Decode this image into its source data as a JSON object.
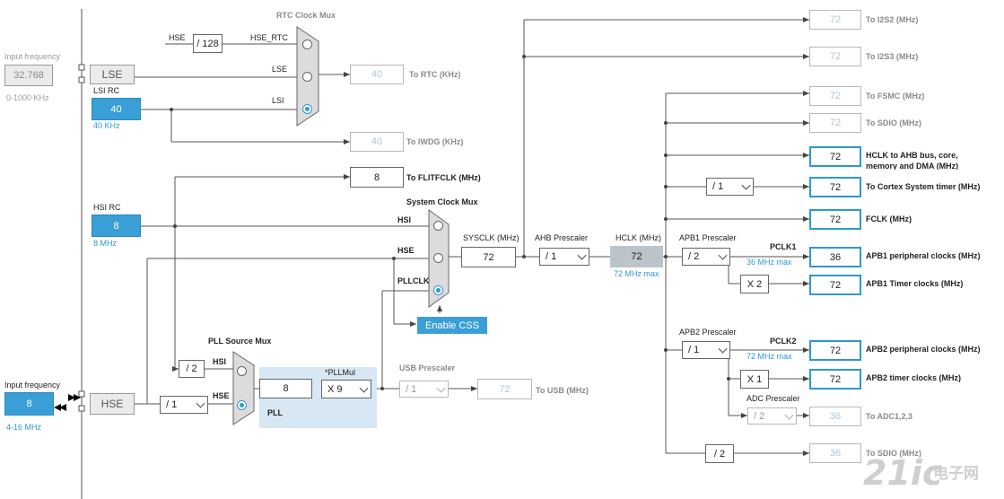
{
  "left_panel": {
    "lse_input": {
      "title": "Input frequency",
      "value": "32.768",
      "range": "0-1000 KHz"
    },
    "lse_label": "LSE",
    "lsi": {
      "title": "LSI RC",
      "value": "40",
      "unit": "40 KHz"
    },
    "hsi": {
      "title": "HSI RC",
      "value": "8",
      "unit": "8 MHz"
    },
    "hse_input": {
      "title": "Input frequency",
      "value": "8",
      "range": "4-16 MHz"
    },
    "hse_label": "HSE"
  },
  "rtc": {
    "mux_title": "RTC Clock Mux",
    "hse_wire": "HSE",
    "div": "/ 128",
    "hse_rtc": "HSE_RTC",
    "lse_wire": "LSE",
    "lsi_wire": "LSI",
    "rtc_value": "40",
    "rtc_label": "To RTC (KHz)",
    "iwdg_value": "40",
    "iwdg_label": "To IWDG (KHz)",
    "flit_value": "8",
    "flit_label": "To FLITFCLK (MHz)"
  },
  "system": {
    "mux_title": "System Clock Mux",
    "hsi": "HSI",
    "hse": "HSE",
    "pllclk": "PLLCLK",
    "sysclk_label": "SYSCLK (MHz)",
    "sysclk_value": "72",
    "ahb_label": "AHB Prescaler",
    "ahb_value": "/ 1",
    "hclk_label": "HCLK (MHz)",
    "hclk_value": "72",
    "hclk_max": "72 MHz max",
    "enable_css": "Enable CSS"
  },
  "pll": {
    "mux_title": "PLL Source Mux",
    "div2": "/ 2",
    "hsi": "HSI",
    "hse": "HSE",
    "prediv": "/ 1",
    "value": "8",
    "mul_label": "*PLLMul",
    "mul_value": "X 9",
    "name": "PLL",
    "usb_label": "USB Prescaler",
    "usb_div": "/ 1",
    "usb_value": "72",
    "usb_out": "To USB (MHz)"
  },
  "apb1": {
    "label": "APB1 Prescaler",
    "div": "/ 2",
    "pclk": "PCLK1",
    "max": "36 MHz max",
    "x2": "X 2",
    "cortex_div": "/ 1"
  },
  "apb2": {
    "label": "APB2 Prescaler",
    "div": "/ 1",
    "pclk": "PCLK2",
    "max": "72 MHz max",
    "x1": "X 1",
    "adc_label": "ADC Prescaler",
    "adc_div": "/ 2",
    "sdio_div": "/ 2"
  },
  "outputs": [
    {
      "value": "72",
      "label": "To I2S2 (MHz)"
    },
    {
      "value": "72",
      "label": "To I2S3 (MHz)"
    },
    {
      "value": "72",
      "label": "To FSMC (MHz)"
    },
    {
      "value": "72",
      "label": "To SDIO (MHz)"
    },
    {
      "value": "72",
      "label": "HCLK to AHB bus, core,",
      "label2": "memory and DMA (MHz)"
    },
    {
      "value": "72",
      "label": "To Cortex System timer (MHz)"
    },
    {
      "value": "72",
      "label": "FCLK (MHz)"
    },
    {
      "value": "36",
      "label": "APB1 peripheral clocks (MHz)"
    },
    {
      "value": "72",
      "label": "APB1 Timer clocks (MHz)"
    },
    {
      "value": "72",
      "label": "APB2 peripheral clocks (MHz)"
    },
    {
      "value": "72",
      "label": "APB2 timer clocks (MHz)"
    },
    {
      "value": "36",
      "label": "To ADC1,2,3"
    },
    {
      "value": "36",
      "label": "To SDIO (MHz)"
    }
  ],
  "watermark": {
    "main": "21ic",
    "sub": "电子网"
  }
}
